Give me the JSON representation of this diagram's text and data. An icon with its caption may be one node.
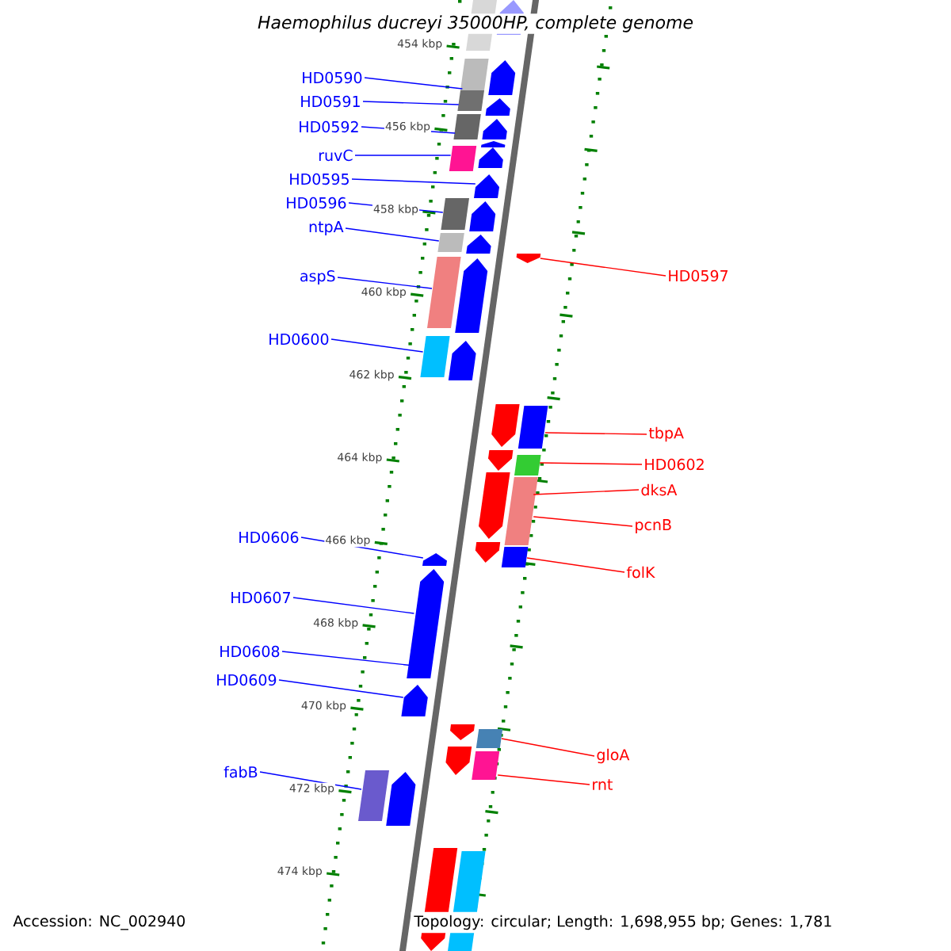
{
  "diagram": {
    "title": "Haemophilus ducreyi 35000HP, complete genome",
    "nodes": [
      {
        "text": [
          "HD0590"
        ]
      },
      {
        "text": [
          "HD0591"
        ]
      },
      {
        "text": [
          "HD0592"
        ]
      },
      {
        "text": [
          "ruvC"
        ]
      },
      {
        "text": [
          "HD0595"
        ]
      },
      {
        "text": [
          "HD0596"
        ]
      },
      {
        "text": [
          "ntpA"
        ]
      },
      {
        "text": [
          "HD0597"
        ]
      },
      {
        "text": [
          "aspS"
        ]
      },
      {
        "text": [
          "HD0600"
        ]
      },
      {
        "text": [
          "tbpA"
        ]
      },
      {
        "text": [
          "HD0602"
        ]
      },
      {
        "text": [
          "dksA"
        ]
      },
      {
        "text": [
          "pcnB"
        ]
      },
      {
        "text": [
          "HD0606"
        ]
      },
      {
        "text": [
          "folK"
        ]
      },
      {
        "text": [
          "HD0607"
        ]
      },
      {
        "text": [
          "HD0608"
        ]
      },
      {
        "text": [
          "HD0609"
        ]
      },
      {
        "text": [
          "gloA"
        ]
      },
      {
        "text": [
          "fabB"
        ]
      },
      {
        "text": [
          "rnt"
        ]
      },
      {
        "text": [],
        "shape": "box"
      },
      {
        "text": [],
        "shape": "arrow"
      },
      {
        "text": [],
        "shape": "box"
      },
      {
        "text": [],
        "shape": "box"
      },
      {
        "text": [],
        "shape": "arrow"
      },
      {
        "text": [],
        "shape": "arrow"
      },
      {
        "text": [],
        "shape": "box"
      },
      {
        "text": [],
        "shape": "arrow"
      },
      {
        "text": [],
        "shape": "arrow"
      },
      {
        "text": [],
        "shape": "box"
      },
      {
        "text": [],
        "shape": "arrow"
      },
      {
        "text": [],
        "shape": "arrow"
      },
      {
        "text": [],
        "shape": "box"
      },
      {
        "text": [],
        "shape": "arrow"
      },
      {
        "text": [],
        "shape": "box"
      },
      {
        "text": [],
        "shape": "arrow"
      },
      {
        "text": [],
        "shape": "box"
      },
      {
        "text": [],
        "shape": "arrow"
      },
      {
        "text": [],
        "shape": "box"
      },
      {
        "text": [],
        "shape": "arrow"
      },
      {
        "text": [],
        "shape": "arrow"
      },
      {
        "text": [],
        "shape": "arrow"
      },
      {
        "text": [],
        "shape": "box"
      },
      {
        "text": [],
        "shape": "arrow"
      },
      {
        "text": [],
        "shape": "arrow"
      },
      {
        "text": [],
        "shape": "arrow"
      },
      {
        "text": [],
        "shape": "arrow"
      },
      {
        "text": [],
        "shape": "arrow"
      },
      {
        "text": [],
        "shape": "arrow"
      },
      {
        "text": [],
        "shape": "arrow"
      },
      {
        "text": [],
        "shape": "arrow"
      },
      {
        "text": [],
        "shape": "arrow"
      },
      {
        "text": [],
        "shape": "box"
      },
      {
        "text": [],
        "shape": "box"
      },
      {
        "text": [],
        "shape": "box"
      },
      {
        "text": [],
        "shape": "box"
      },
      {
        "text": [],
        "shape": "box"
      },
      {
        "text": [],
        "shape": "box"
      },
      {
        "text": [],
        "shape": "box"
      },
      {
        "text": [],
        "shape": "arrow"
      }
    ],
    "edges": [
      {
        "from": 0,
        "to": 24,
        "arrow": "none"
      },
      {
        "from": 1,
        "to": 25,
        "arrow": "none"
      },
      {
        "from": 2,
        "to": 28,
        "arrow": "none"
      },
      {
        "from": 3,
        "to": 31,
        "arrow": "none"
      },
      {
        "from": 4,
        "to": 33,
        "arrow": "none"
      },
      {
        "from": 5,
        "to": 34,
        "arrow": "none"
      },
      {
        "from": 6,
        "to": 36,
        "arrow": "none"
      },
      {
        "from": 7,
        "to": 53,
        "arrow": "none",
        "color": "#ff0000"
      },
      {
        "from": 8,
        "to": 38,
        "arrow": "none"
      },
      {
        "from": 9,
        "to": 40,
        "arrow": "none"
      },
      {
        "from": 10,
        "to": 54,
        "arrow": "none",
        "color": "#ff0000"
      },
      {
        "from": 11,
        "to": 55,
        "arrow": "none",
        "color": "#ff0000"
      },
      {
        "from": 12,
        "to": 56,
        "arrow": "none",
        "color": "#ff0000"
      },
      {
        "from": 13,
        "to": 56,
        "arrow": "none",
        "color": "#ff0000"
      },
      {
        "from": 14,
        "to": 42,
        "arrow": "none"
      },
      {
        "from": 15,
        "to": 57,
        "arrow": "none",
        "color": "#ff0000"
      },
      {
        "from": 16,
        "to": 61,
        "arrow": "none"
      },
      {
        "from": 17,
        "to": 61,
        "arrow": "none"
      },
      {
        "from": 18,
        "to": 43,
        "arrow": "none"
      },
      {
        "from": 19,
        "to": 58,
        "arrow": "none",
        "color": "#ff0000"
      },
      {
        "from": 20,
        "to": 44,
        "arrow": "none"
      },
      {
        "from": 21,
        "to": 59,
        "arrow": "none",
        "color": "#ff0000"
      }
    ],
    "labels": [
      "454 kbp",
      "456 kbp",
      "458 kbp",
      "460 kbp",
      "462 kbp",
      "464 kbp",
      "466 kbp",
      "468 kbp",
      "470 kbp",
      "472 kbp",
      "474 kbp",
      "Accession: NC_002940",
      "Topology: circular; Length: 1,698,955 bp; Genes: 1,781"
    ]
  }
}
